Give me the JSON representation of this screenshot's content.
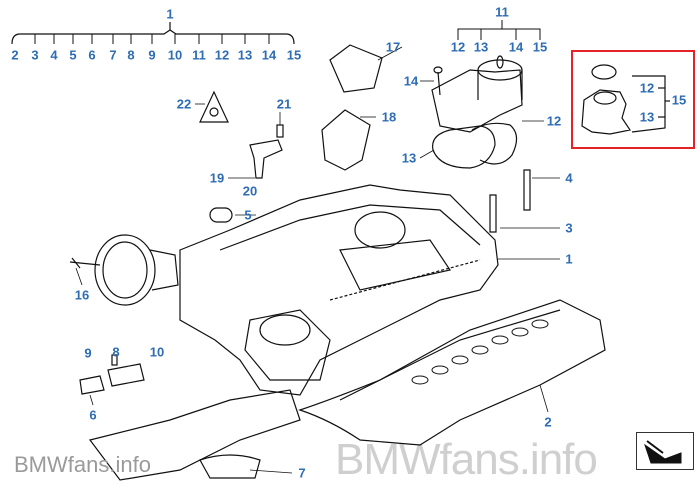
{
  "watermarks": {
    "top": "BMWfans.info",
    "bottom": "BMWfans.info"
  },
  "colors": {
    "callout": "#2e6db4",
    "highlight_box": "#e52227"
  },
  "bracket_main": {
    "parent": "1",
    "children": [
      "2",
      "3",
      "4",
      "5",
      "6",
      "7",
      "8",
      "9",
      "10",
      "11",
      "12",
      "13",
      "14",
      "15"
    ]
  },
  "bracket_11": {
    "parent": "11",
    "children": [
      "12",
      "13",
      "14",
      "15"
    ]
  },
  "callouts": {
    "c17": "17",
    "c14": "14",
    "c12": "12",
    "c13": "13",
    "c18": "18",
    "c22": "22",
    "c21": "21",
    "c19": "19",
    "c20": "20",
    "c5": "5",
    "c4": "4",
    "c3": "3",
    "c1": "1",
    "c16": "16",
    "c9": "9",
    "c8": "8",
    "c10": "10",
    "c6": "6",
    "c7": "7",
    "c2": "2"
  },
  "highlight": {
    "c12": "12",
    "c13": "13",
    "c15": "15"
  },
  "nav": {
    "icon": "next-arrow-icon"
  }
}
